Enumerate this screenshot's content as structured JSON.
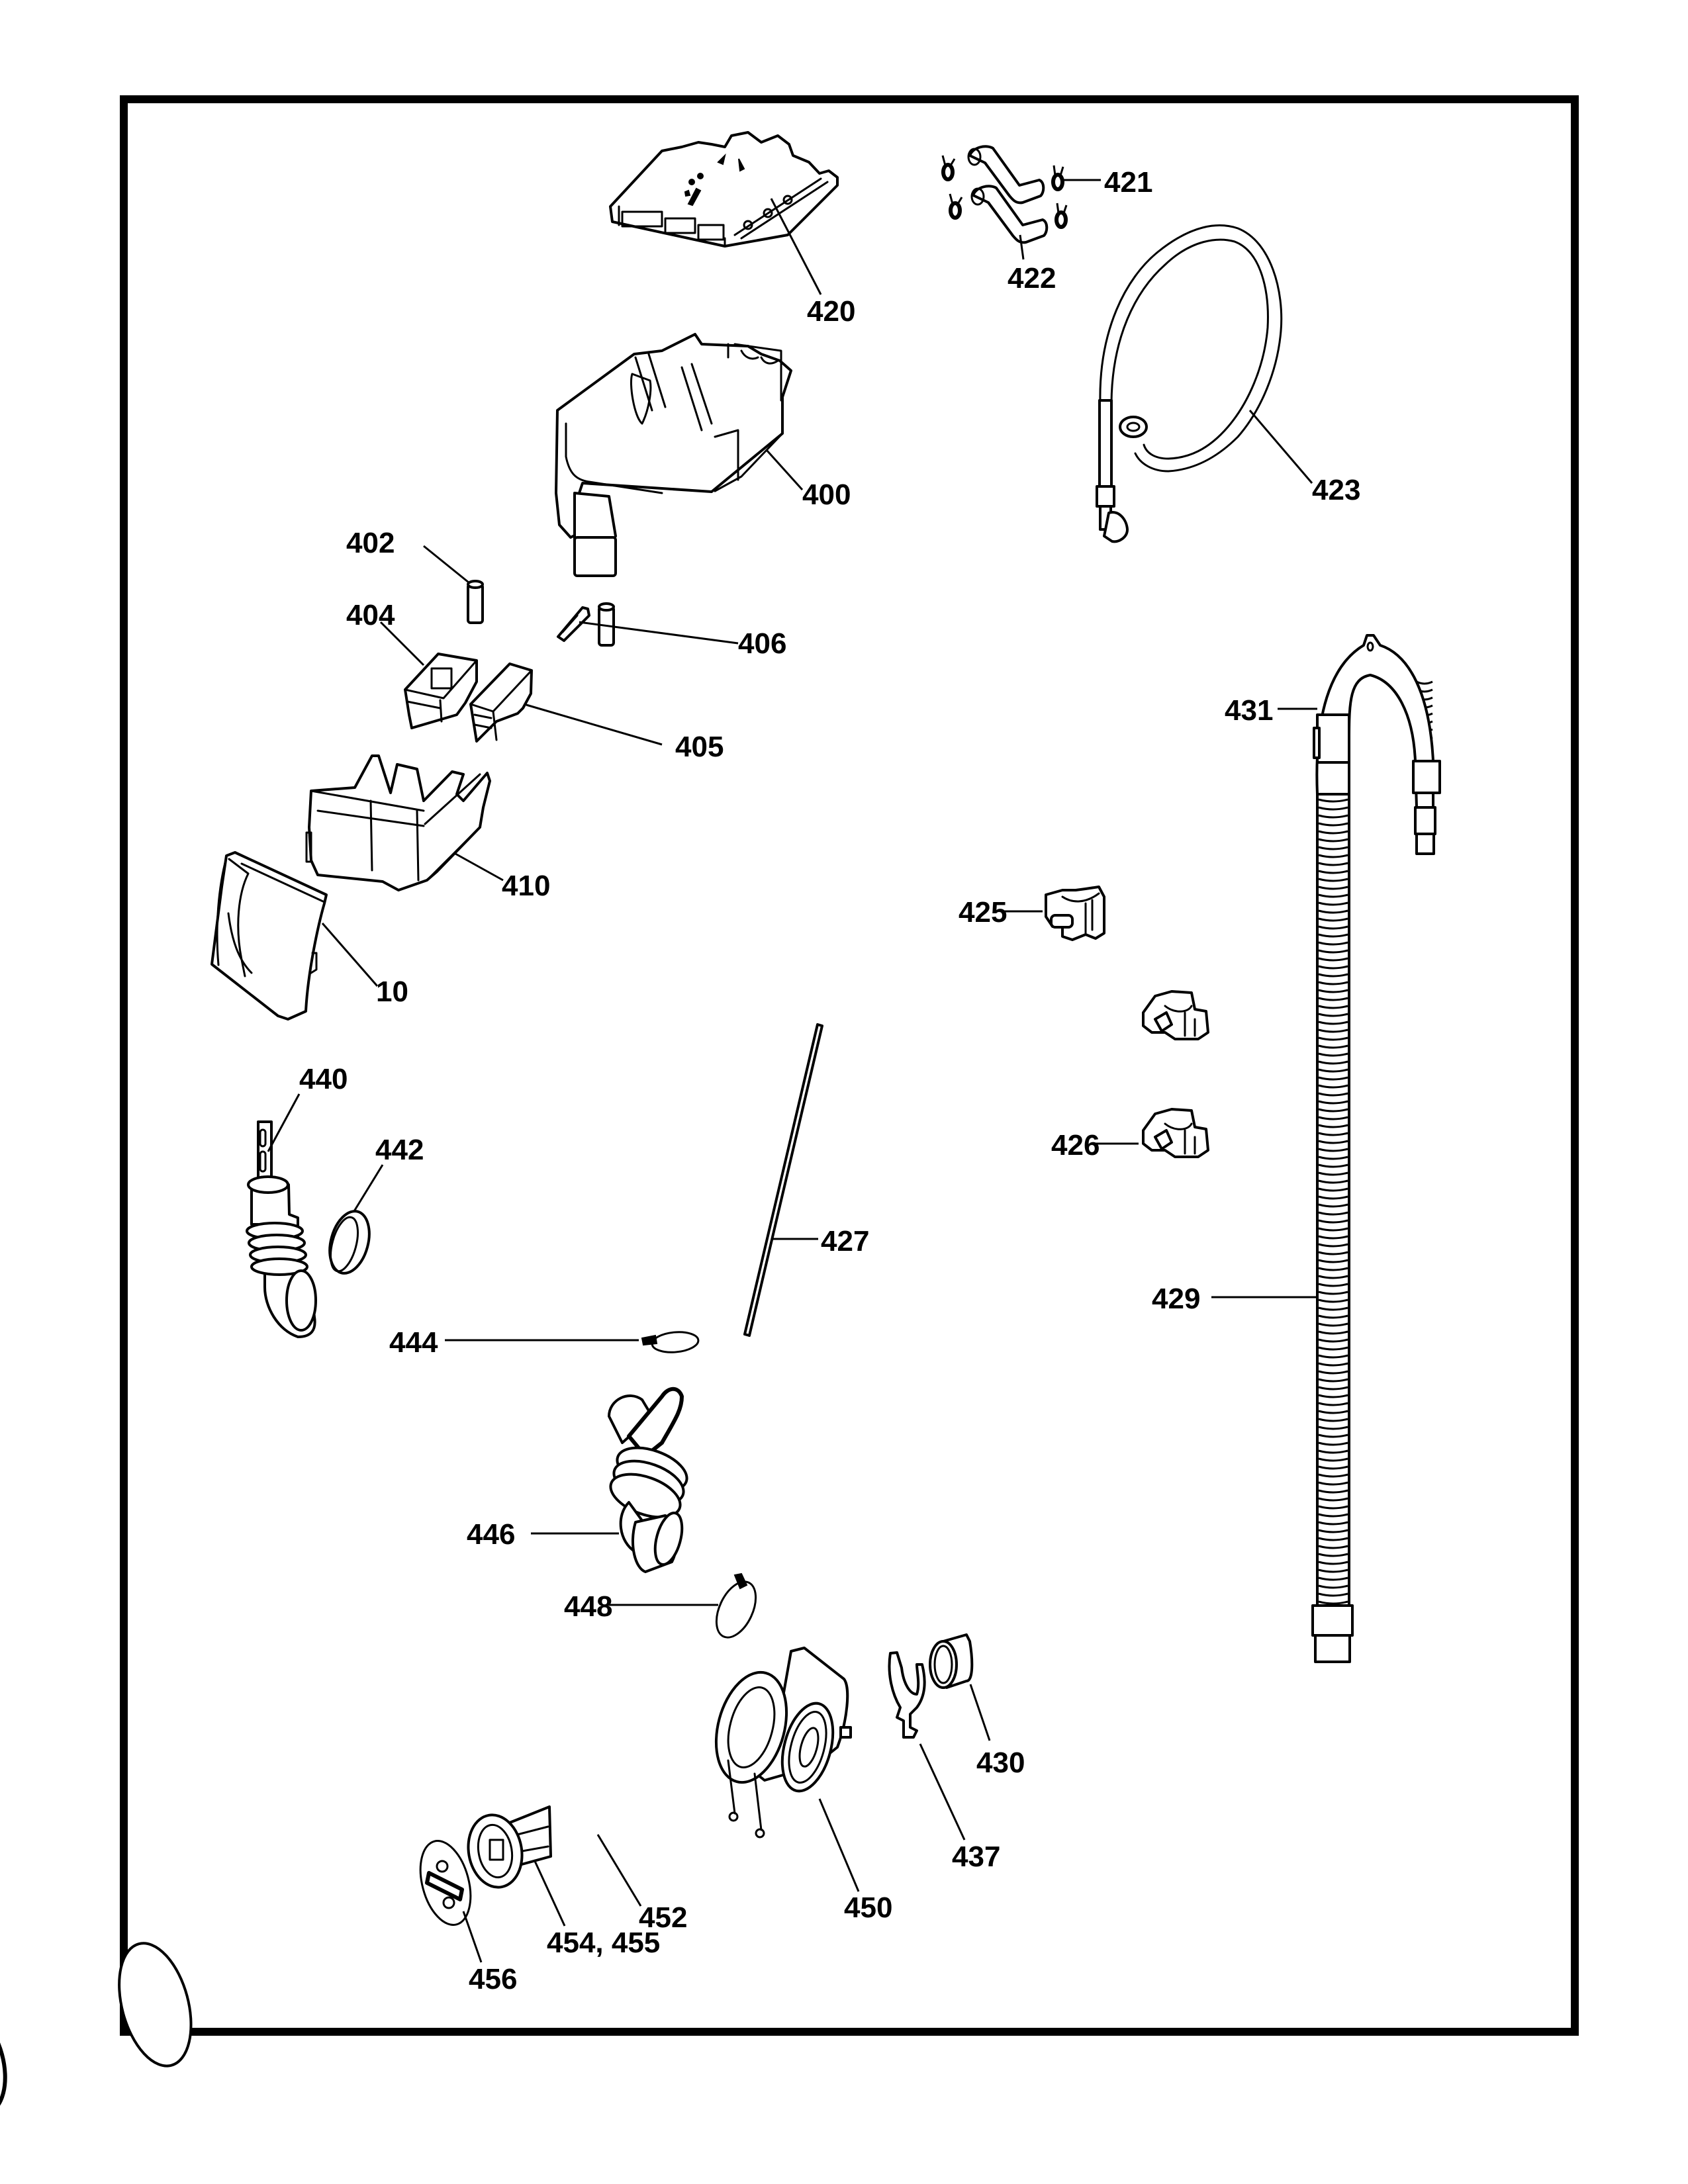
{
  "diagram": {
    "type": "exploded-parts-view",
    "subject": "washer dispenser and drain system",
    "colors": {
      "line": "#000000",
      "background": "#ffffff"
    },
    "callouts": [
      {
        "id": "420",
        "label": "420",
        "part": "control-board"
      },
      {
        "id": "421",
        "label": "421",
        "part": "hose-clip"
      },
      {
        "id": "422",
        "label": "422",
        "part": "short-hose"
      },
      {
        "id": "423",
        "label": "423",
        "part": "inlet-hose"
      },
      {
        "id": "400",
        "label": "400",
        "part": "dispenser-housing"
      },
      {
        "id": "402",
        "label": "402",
        "part": "siphon-cap"
      },
      {
        "id": "404",
        "label": "404",
        "part": "bleach-cup"
      },
      {
        "id": "405",
        "label": "405",
        "part": "softener-cup"
      },
      {
        "id": "406",
        "label": "406",
        "part": "dispenser-latch"
      },
      {
        "id": "410",
        "label": "410",
        "part": "dispenser-drawer"
      },
      {
        "id": "10",
        "label": "10",
        "part": "drawer-handle"
      },
      {
        "id": "431",
        "label": "431",
        "part": "hose-guide"
      },
      {
        "id": "425",
        "label": "425",
        "part": "hose-clamp-upper"
      },
      {
        "id": "426",
        "label": "426",
        "part": "hose-clamp-lower"
      },
      {
        "id": "427",
        "label": "427",
        "part": "rod"
      },
      {
        "id": "429",
        "label": "429",
        "part": "drain-hose"
      },
      {
        "id": "440",
        "label": "440",
        "part": "dispenser-hose"
      },
      {
        "id": "442",
        "label": "442",
        "part": "seal-ring"
      },
      {
        "id": "444",
        "label": "444",
        "part": "hose-clamp-small"
      },
      {
        "id": "446",
        "label": "446",
        "part": "sump-hose"
      },
      {
        "id": "448",
        "label": "448",
        "part": "hose-clamp"
      },
      {
        "id": "430",
        "label": "430",
        "part": "hose-connector"
      },
      {
        "id": "437",
        "label": "437",
        "part": "hose-clip-bracket"
      },
      {
        "id": "450",
        "label": "450",
        "part": "drain-pump"
      },
      {
        "id": "452",
        "label": "452",
        "part": "o-ring"
      },
      {
        "id": "454",
        "label": "454, 455",
        "part": "pump-filter"
      },
      {
        "id": "456",
        "label": "456",
        "part": "filter-cap"
      }
    ]
  }
}
